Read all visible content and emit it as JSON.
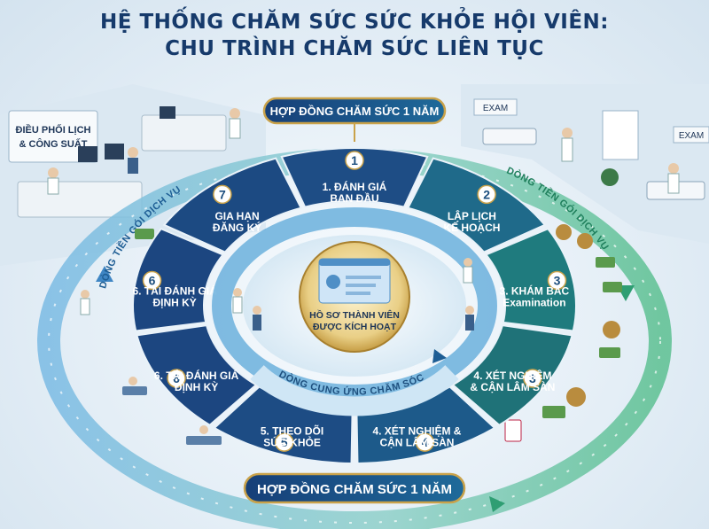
{
  "title": {
    "line1": "HỆ THỐNG CHĂM SỨC SỨC KHỎE HỘI VIÊN:",
    "line2": "CHU TRÌNH CHĂM SỨC LIÊN TỤC"
  },
  "top_banner": "HỢP ĐỒNG CHĂM SỨC 1 NĂM",
  "bottom_banner": "HỢP ĐỒNG CHĂM SỨC 1 NĂM",
  "left_scene": {
    "sign_line1": "ĐIỀU PHỐI LỊCH",
    "sign_line2": "& CÔNG SUẤT"
  },
  "right_scene": {
    "exam_sign_1": "EXAM",
    "exam_sign_2": "EXAM"
  },
  "outer_flow_left": "DÒNG TIỀN GÓI DỊCH VỤ",
  "outer_flow_right": "DÒNG TIỀN GÓI DỊCH VỤ",
  "inner_flow": "DÒNG CUNG ỨNG CHĂM SÓC",
  "center_card": {
    "line1": "HỒ SƠ THÀNH VIÊN",
    "line2": "ĐƯỢC KÍCH HOẠT"
  },
  "stages": [
    {
      "number": "1",
      "line1": "1. ĐÁNH GIÁ",
      "line2": "BAN ĐẦU"
    },
    {
      "number": "2",
      "line1": "LẬP LỊCH",
      "line2": "KẾ HOẠCH"
    },
    {
      "number": "3",
      "line1": "3. KHÁM BÁC",
      "line2": "Examination"
    },
    {
      "number": "3",
      "line1": "4. XÉT NGHIỆM",
      "line2": "& CẬN LÂM SÀN"
    },
    {
      "number": "4",
      "line1": "4. XÉT NGHIỆM &",
      "line2": "CẬN LÂM SÀN"
    },
    {
      "number": "5",
      "line1": "5. THEO DÕI",
      "line2": "SỨC KHỎE"
    },
    {
      "number": "6",
      "line1": "6. TÁI ĐÁNH GIÁ",
      "line2": "ĐỊNH KỲ"
    },
    {
      "number": "6",
      "line1": "6. TÁI ĐÁNH GIÁ",
      "line2": "ĐỊNH KỲ"
    },
    {
      "number": "7",
      "line1": "GIA HẠN",
      "line2": "ĐĂNG KÝ"
    }
  ],
  "colors": {
    "title": "#163a6b",
    "ring_dark": "#1f4f86",
    "ring_teal": "#1f7a80",
    "outer_blue": "#5aa5d8",
    "outer_green": "#3fae84",
    "gold": "#c9a24a"
  }
}
